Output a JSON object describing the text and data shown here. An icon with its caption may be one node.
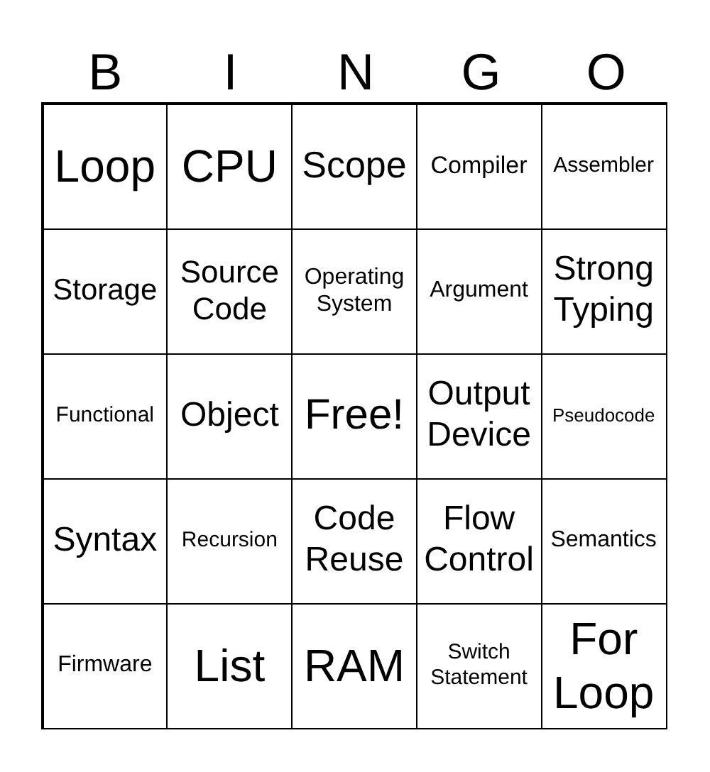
{
  "diagram": {
    "labels": [
      "B",
      "I",
      "N",
      "G",
      "O",
      "Loop",
      "CPU",
      "Scope",
      "Compiler",
      "Assembler",
      "Storage",
      "Source Code",
      "Operating System",
      "Argument",
      "Strong Typing",
      "Functional",
      "Object",
      "Free!",
      "Output Device",
      "Pseudocode",
      "Syntax",
      "Recursion",
      "Code Reuse",
      "Flow Control",
      "Semantics",
      "Firmware",
      "List",
      "RAM",
      "Switch Statement",
      "For Loop"
    ]
  }
}
